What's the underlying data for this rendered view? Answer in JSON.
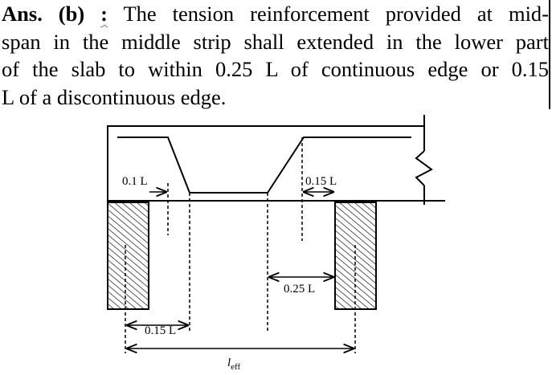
{
  "answer": {
    "label": "Ans. (b)",
    "colon": ":",
    "line1": "The tension reinforcement provided at mid-",
    "line2": "span in the middle strip shall extended in the lower part",
    "line3": "of the slab to within 0.25 L of continuous edge or 0.15",
    "line4": "L of a discontinuous edge."
  },
  "diagram": {
    "dim_left_top": "0.1 L",
    "dim_right_top": "0.15 L",
    "dim_right_mid": "0.25 L",
    "dim_left_bottom": "0.15 L",
    "span_symbol": "l",
    "span_subscript": "eff"
  },
  "colors": {
    "text": "#000000",
    "background": "#ffffff",
    "wavy_underline": "#9b59b6"
  }
}
